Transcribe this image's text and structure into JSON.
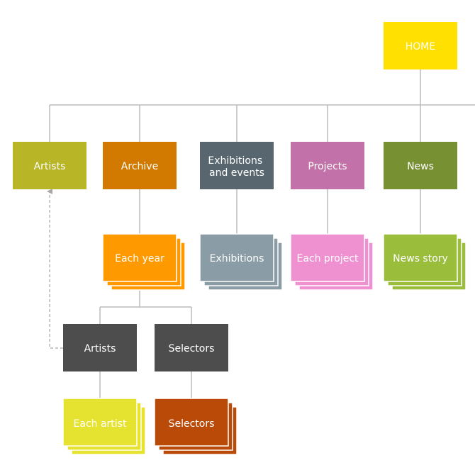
{
  "nodes": {
    "home": {
      "label": "HOME",
      "color": "#ffe000"
    },
    "artists": {
      "label": "Artists",
      "color": "#b8b526"
    },
    "archive": {
      "label": "Archive",
      "color": "#d27a00"
    },
    "exhibitions_events": {
      "label_line1": "Exhibitions",
      "label_line2": "and events",
      "color": "#58676f"
    },
    "projects": {
      "label": "Projects",
      "color": "#c272a8"
    },
    "news": {
      "label": "News",
      "color": "#779032"
    },
    "each_year": {
      "label": "Each year",
      "color": "#ff9900"
    },
    "exhibitions": {
      "label": "Exhibitions",
      "color": "#8a9ca6"
    },
    "each_project": {
      "label": "Each project",
      "color": "#ef90d1"
    },
    "news_story": {
      "label": "News story",
      "color": "#9abd3c"
    },
    "archive_artists": {
      "label": "Artists",
      "color": "#4d4d4d"
    },
    "archive_selectors": {
      "label": "Selectors",
      "color": "#4d4d4d"
    },
    "each_artist": {
      "label": "Each artist",
      "color": "#e6e230"
    },
    "selectors_pages": {
      "label": "Selectors",
      "color": "#b94a08"
    }
  },
  "connector_color": "#bbbbbb",
  "dashed_link_color": "#a8a8a8"
}
